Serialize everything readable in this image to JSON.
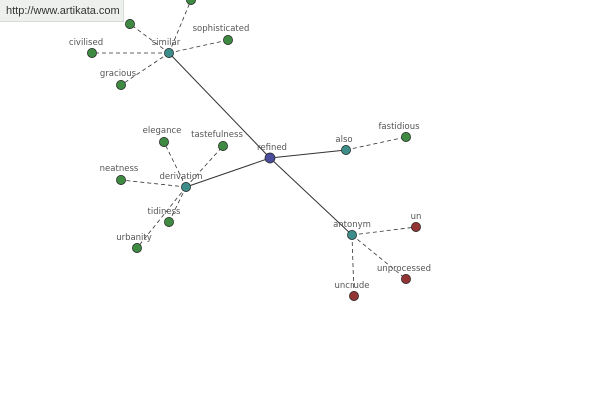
{
  "source_url": "http://www.artikata.com",
  "colors": {
    "center": "#4a4e9a",
    "relation": "#3d8d8a",
    "word_green": "#3f8a42",
    "word_red": "#933434",
    "line": "#333333"
  },
  "center": {
    "id": "refined",
    "label": "refined"
  },
  "relations": [
    {
      "id": "similar",
      "label": "similar",
      "words": [
        {
          "id": "top-a",
          "label": "",
          "color": "green"
        },
        {
          "id": "top-b",
          "label": "",
          "color": "green"
        },
        {
          "id": "civilised",
          "label": "civilised",
          "color": "green"
        },
        {
          "id": "sophisticated",
          "label": "sophisticated",
          "color": "green"
        },
        {
          "id": "gracious",
          "label": "gracious",
          "color": "green"
        }
      ]
    },
    {
      "id": "derivation",
      "label": "derivation",
      "words": [
        {
          "id": "elegance",
          "label": "elegance",
          "color": "green"
        },
        {
          "id": "tastefulness",
          "label": "tastefulness",
          "color": "green"
        },
        {
          "id": "neatness",
          "label": "neatness",
          "color": "green"
        },
        {
          "id": "tidiness",
          "label": "tidiness",
          "color": "green"
        },
        {
          "id": "urbanity",
          "label": "urbanity",
          "color": "green"
        }
      ]
    },
    {
      "id": "also",
      "label": "also",
      "words": [
        {
          "id": "fastidious",
          "label": "fastidious",
          "color": "green"
        }
      ]
    },
    {
      "id": "antonym",
      "label": "antonym",
      "words": [
        {
          "id": "un",
          "label": "un",
          "color": "red"
        },
        {
          "id": "unprocessed",
          "label": "unprocessed",
          "color": "red"
        },
        {
          "id": "uncrude",
          "label": "uncrude",
          "color": "red"
        }
      ]
    }
  ]
}
